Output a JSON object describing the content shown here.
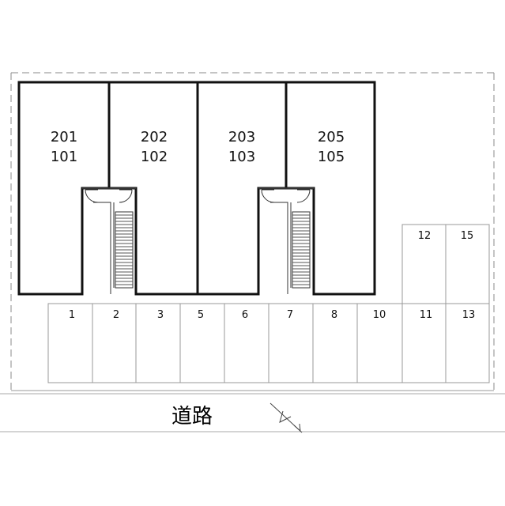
{
  "units": [
    {
      "upper": "201",
      "lower": "101"
    },
    {
      "upper": "202",
      "lower": "102"
    },
    {
      "upper": "203",
      "lower": "103"
    },
    {
      "upper": "205",
      "lower": "105"
    }
  ],
  "parking": {
    "front_row": [
      "1",
      "2",
      "3",
      "5",
      "6",
      "7",
      "8",
      "10",
      "11",
      "13"
    ],
    "back_row": [
      "12",
      "15"
    ]
  },
  "road_label": "道路"
}
